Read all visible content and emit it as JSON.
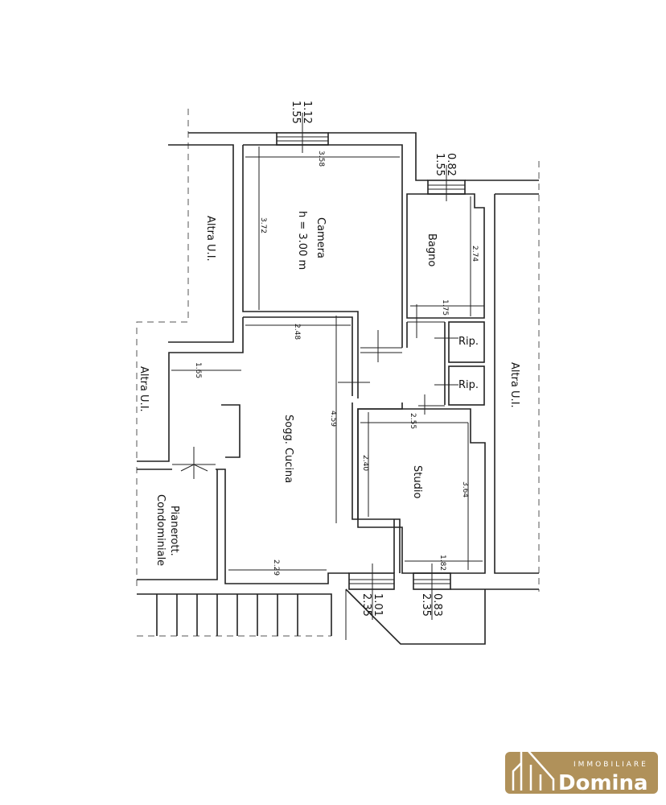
{
  "rooms": {
    "camera": "Camera",
    "camera_height": "h = 3.00 m",
    "bagno": "Bagno",
    "rip1": "Rip.",
    "rip2": "Rip.",
    "soggiorno": "Sogg. Cucina",
    "studio": "Studio",
    "altra_left_top": "Altra U.I.",
    "altra_left": "Altra U.I.",
    "altra_right": "Altra U.I.",
    "pianerottolo_1": "Pianerott.",
    "pianerottolo_2": "Condominiale"
  },
  "dimensions": {
    "camera_w": "3.58",
    "camera_h": "3.72",
    "bagno_h": "2.74",
    "bagno_w": "1.75",
    "sogg_top": "2.48",
    "sogg_left": "1.65",
    "sogg_h": "4.59",
    "sogg_bottom": "2.29",
    "studio_top": "2.55",
    "studio_left": "2.40",
    "studio_right": "3.64",
    "studio_bottom": "1.82"
  },
  "windows": [
    {
      "width": "1.12",
      "height": "1.55"
    },
    {
      "width": "0.82",
      "height": "1.55"
    },
    {
      "width": "1.01",
      "height": "2.35"
    },
    {
      "width": "0.83",
      "height": "2.35"
    }
  ],
  "logo": {
    "line1": "IMMOBILIARE",
    "line2": "Domina",
    "color": "#b0915a"
  }
}
